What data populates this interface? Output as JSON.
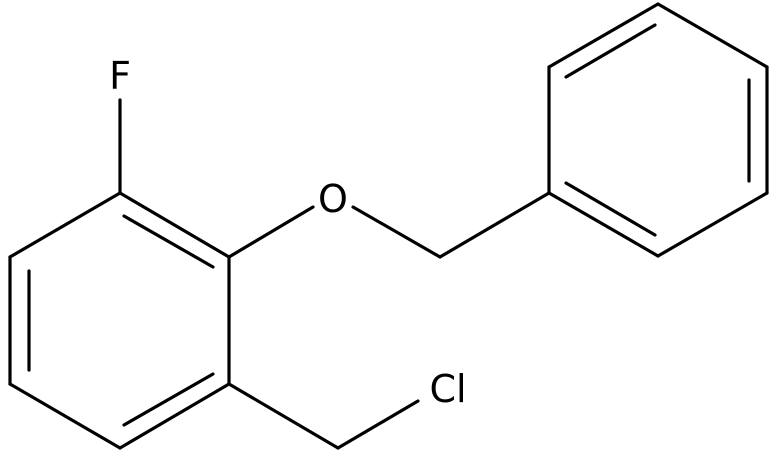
{
  "molecule": {
    "atoms": {
      "fluorine": "F",
      "oxygen": "O",
      "chlorine": "Cl"
    },
    "colors": {
      "bond": "#000000",
      "label": "#000000",
      "background": "#ffffff"
    }
  }
}
